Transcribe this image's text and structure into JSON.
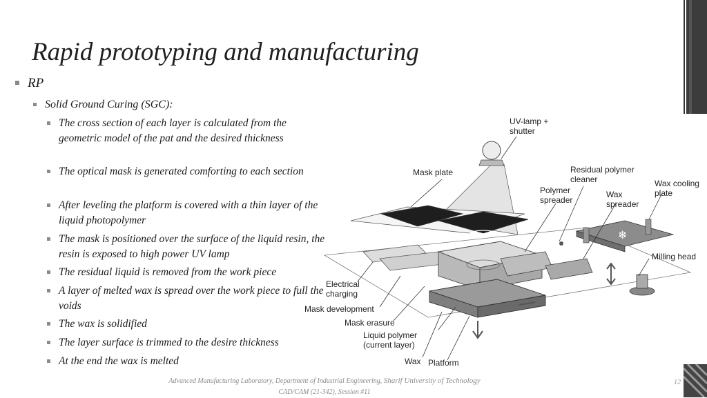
{
  "slide": {
    "title": "Rapid prototyping and manufacturing",
    "level1": "RP",
    "level2": "Solid Ground Curing (SGC):",
    "points": [
      "The cross section of each layer is calculated from the geometric model of the pat and the desired thickness",
      "The optical mask is generated comforting to each section",
      "After leveling the platform is covered with a thin layer of the liquid photopolymer",
      "The mask is positioned over the surface of the liquid resin, the resin is exposed to high power UV lamp",
      "The residual liquid is removed from the work piece",
      "A layer of melted wax is spread over the work piece to full the voids",
      "The wax is solidified",
      "The layer surface is trimmed to the desire thickness",
      "At the end the wax is melted"
    ]
  },
  "diagram": {
    "labels": {
      "uv_lamp_1": "UV-lamp +",
      "uv_lamp_2": "shutter",
      "mask_plate": "Mask plate",
      "residual_1": "Residual polymer",
      "residual_2": "cleaner",
      "polymer_1": "Polymer",
      "polymer_2": "spreader",
      "wax_sp_1": "Wax",
      "wax_sp_2": "spreader",
      "wax_cool_1": "Wax cooling",
      "wax_cool_2": "plate",
      "milling_head": "Milling head",
      "electrical_1": "Electrical",
      "electrical_2": "charging",
      "mask_dev": "Mask development",
      "mask_erasure": "Mask erasure",
      "liquid_1": "Liquid polymer",
      "liquid_2": "(current layer)",
      "wax": "Wax",
      "platform": "Platform"
    }
  },
  "footer": {
    "line1": "Advanced Manufacturing Laboratory, Department of Industrial Engineering,",
    "line1_uni": "Sharif University of Technology",
    "line2": "CAD/CAM (21-342), Session #11",
    "page": "12"
  }
}
